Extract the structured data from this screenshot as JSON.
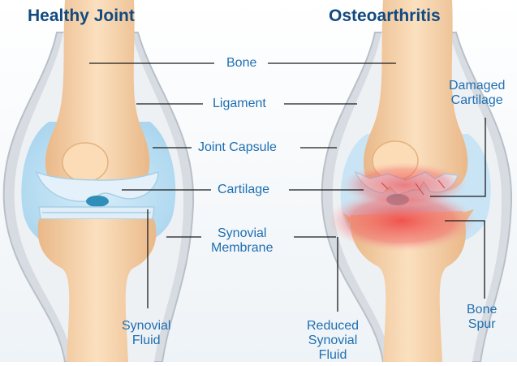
{
  "titles": {
    "left": "Healthy Joint",
    "right": "Osteoarthritis"
  },
  "labels": {
    "bone": "Bone",
    "ligament": "Ligament",
    "joint_capsule": "Joint Capsule",
    "cartilage": "Cartilage",
    "synovial_membrane": [
      "Synovial",
      "Membrane"
    ],
    "synovial_fluid": [
      "Synovial",
      "Fluid"
    ],
    "damaged_cartilage": [
      "Damaged",
      "Cartilage"
    ],
    "reduced_synovial_fluid": [
      "Reduced",
      "Synovial",
      "Fluid"
    ],
    "bone_spur": [
      "Bone",
      "Spur"
    ]
  },
  "colors": {
    "title": "#124a80",
    "label": "#1f6fb2",
    "bone": "#f5cfa0",
    "bone_dark": "#e8b685",
    "capsule": "#c7cdd4",
    "fluid": "#bfe0f2",
    "cartilage": "#e2f0f9",
    "inflammation": "#ee3b3b"
  }
}
